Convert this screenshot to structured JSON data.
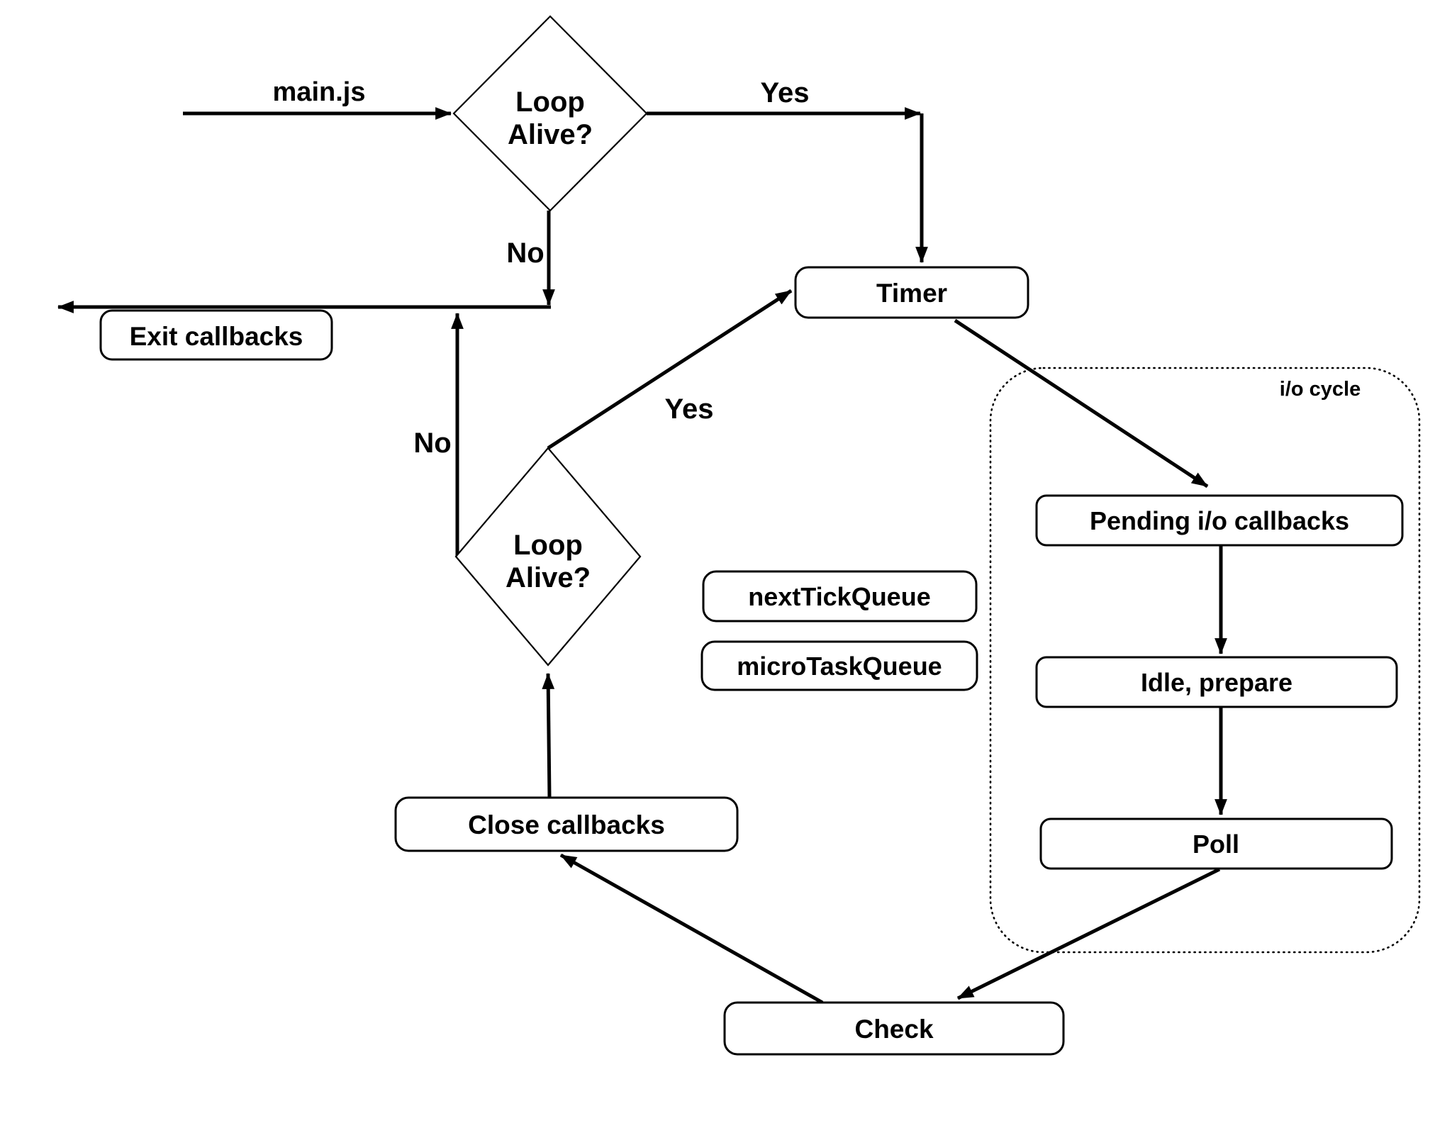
{
  "diagram": {
    "nodes": {
      "decision_top": {
        "line1": "Loop",
        "line2": "Alive?"
      },
      "decision_bottom": {
        "line1": "Loop",
        "line2": "Alive?"
      },
      "timer": "Timer",
      "exit_callbacks": "Exit callbacks",
      "close_callbacks": "Close callbacks",
      "check": "Check",
      "next_tick_queue": "nextTickQueue",
      "micro_task_queue": "microTaskQueue",
      "pending_io_callbacks": "Pending i/o callbacks",
      "idle_prepare": "Idle, prepare",
      "poll": "Poll"
    },
    "edge_labels": {
      "main_js": "main.js",
      "yes_top": "Yes",
      "no_top": "No",
      "yes_bottom": "Yes",
      "no_bottom": "No"
    },
    "container": {
      "label": "i/o cycle"
    },
    "colors": {
      "ink": "#000000",
      "background": "#ffffff"
    }
  }
}
